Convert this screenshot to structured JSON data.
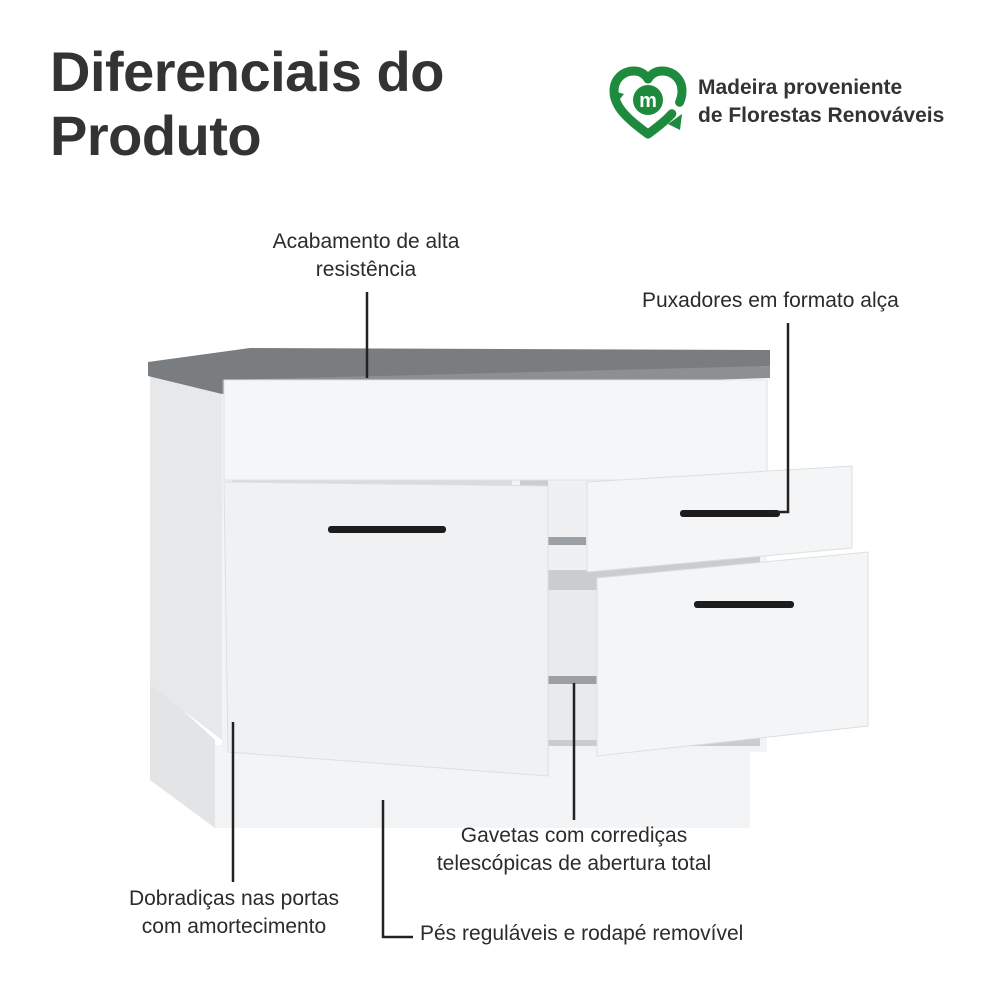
{
  "header": {
    "title_line1": "Diferenciais do",
    "title_line2": "Produto"
  },
  "eco_badge": {
    "icon": "recycle-heart-icon",
    "letter": "m",
    "line1": "Madeira proveniente",
    "line2": "de Florestas Renováveis",
    "color": "#1e8a3e"
  },
  "callouts": {
    "top_finish": {
      "line1": "Acabamento de alta",
      "line2": "resistência"
    },
    "handles": {
      "line1": "Puxadores em formato alça"
    },
    "drawer_slides": {
      "line1": "Gavetas com corrediças",
      "line2": "telescópicas de abertura total"
    },
    "hinges": {
      "line1": "Dobradiças nas portas",
      "line2": "com amortecimento"
    },
    "feet": {
      "line1": "Pés reguláveis e rodapé removível"
    }
  },
  "colors": {
    "countertop": "#7a7d80",
    "cabinet": "#eceeef",
    "handle": "#1c1c1c",
    "leader": "#222222"
  }
}
